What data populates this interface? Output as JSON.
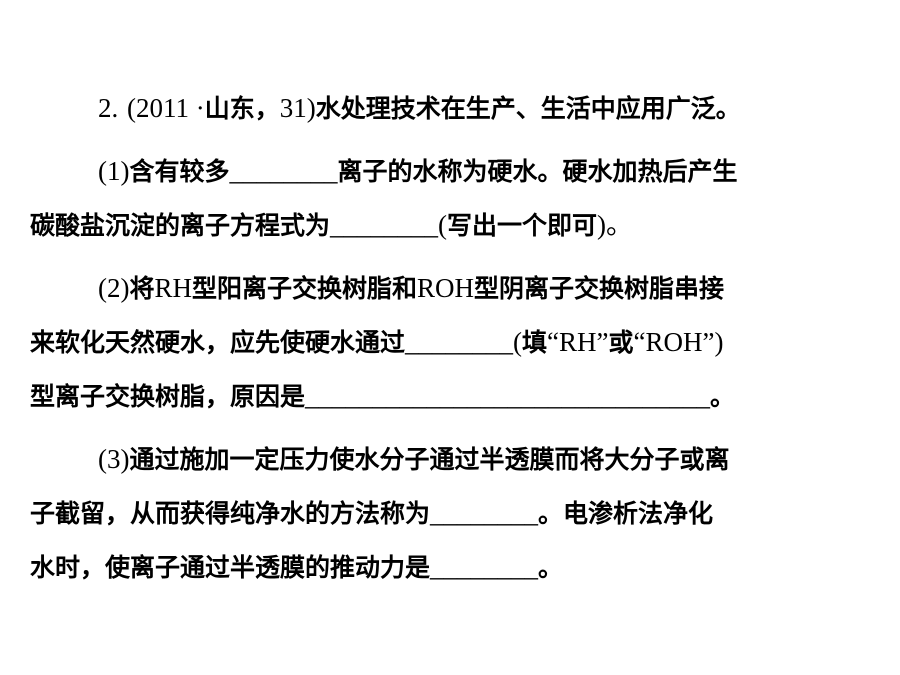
{
  "question": {
    "line1": {
      "num": "2.",
      "src": "(2011 ·",
      "prov": "山东",
      "comma": "，",
      "no": "31)",
      "text": "水处理技术在生产、生活中应用广泛。"
    },
    "line2": {
      "part": "(1)",
      "t1": "含有较多",
      "blank": "________",
      "t2": "离子的水称为硬水。硬水加热后产生"
    },
    "line3": {
      "t1": "碳酸盐沉淀的离子方程式为",
      "blank": "________(",
      "t2": "写出一个即可",
      "end": ")。"
    },
    "line4": {
      "part": "(2)",
      "t1": "将",
      "rh": "RH",
      "t2": "型阳离子交换树脂和",
      "roh": "ROH",
      "t3": "型阴离子交换树脂串接"
    },
    "line5": {
      "t1": "来软化天然硬水，应先使硬水通过",
      "blank": "________(",
      "t2": "填",
      "opt1": "“RH”",
      "t3": "或",
      "opt2": "“ROH”)"
    },
    "line6": {
      "t1": "型离子交换树脂，原因是",
      "blank": "______________________________",
      "end": "。"
    },
    "line7": {
      "part": "(3)",
      "t1": "通过施加一定压力使水分子通过半透膜而将大分子或离"
    },
    "line8": {
      "t1": "子截留，从而获得纯净水的方法称为",
      "blank": "________",
      "t2": "。电渗析法净化"
    },
    "line9": {
      "t1": "水时，使离子通过半透膜的推动力是",
      "blank": "________",
      "end": "。"
    }
  }
}
